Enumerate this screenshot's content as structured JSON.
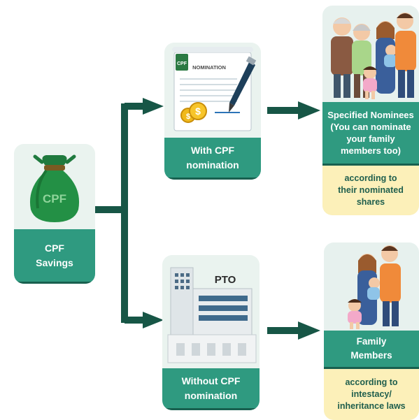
{
  "source": {
    "bag_text": "CPF",
    "label": "CPF\nSavings"
  },
  "with_nomination": {
    "badge_text": "CPF",
    "document_title": "NOMINATION",
    "label": "With CPF\nnomination"
  },
  "without_nomination": {
    "building_sign": "PTO",
    "label": "Without CPF\nnomination"
  },
  "nominees": {
    "label": "Specified Nominees\n(You can nominate\nyour family\nmembers too)",
    "note": "according to\ntheir nominated\nshares"
  },
  "family": {
    "label": "Family\nMembers",
    "note": "according to\nintestacy/\ninheritance laws"
  },
  "colors": {
    "arrow": "#175646",
    "panel_green": "#2f9a80",
    "panel_bg": "#eaf3ef",
    "note_bg": "#fcf0b9"
  }
}
